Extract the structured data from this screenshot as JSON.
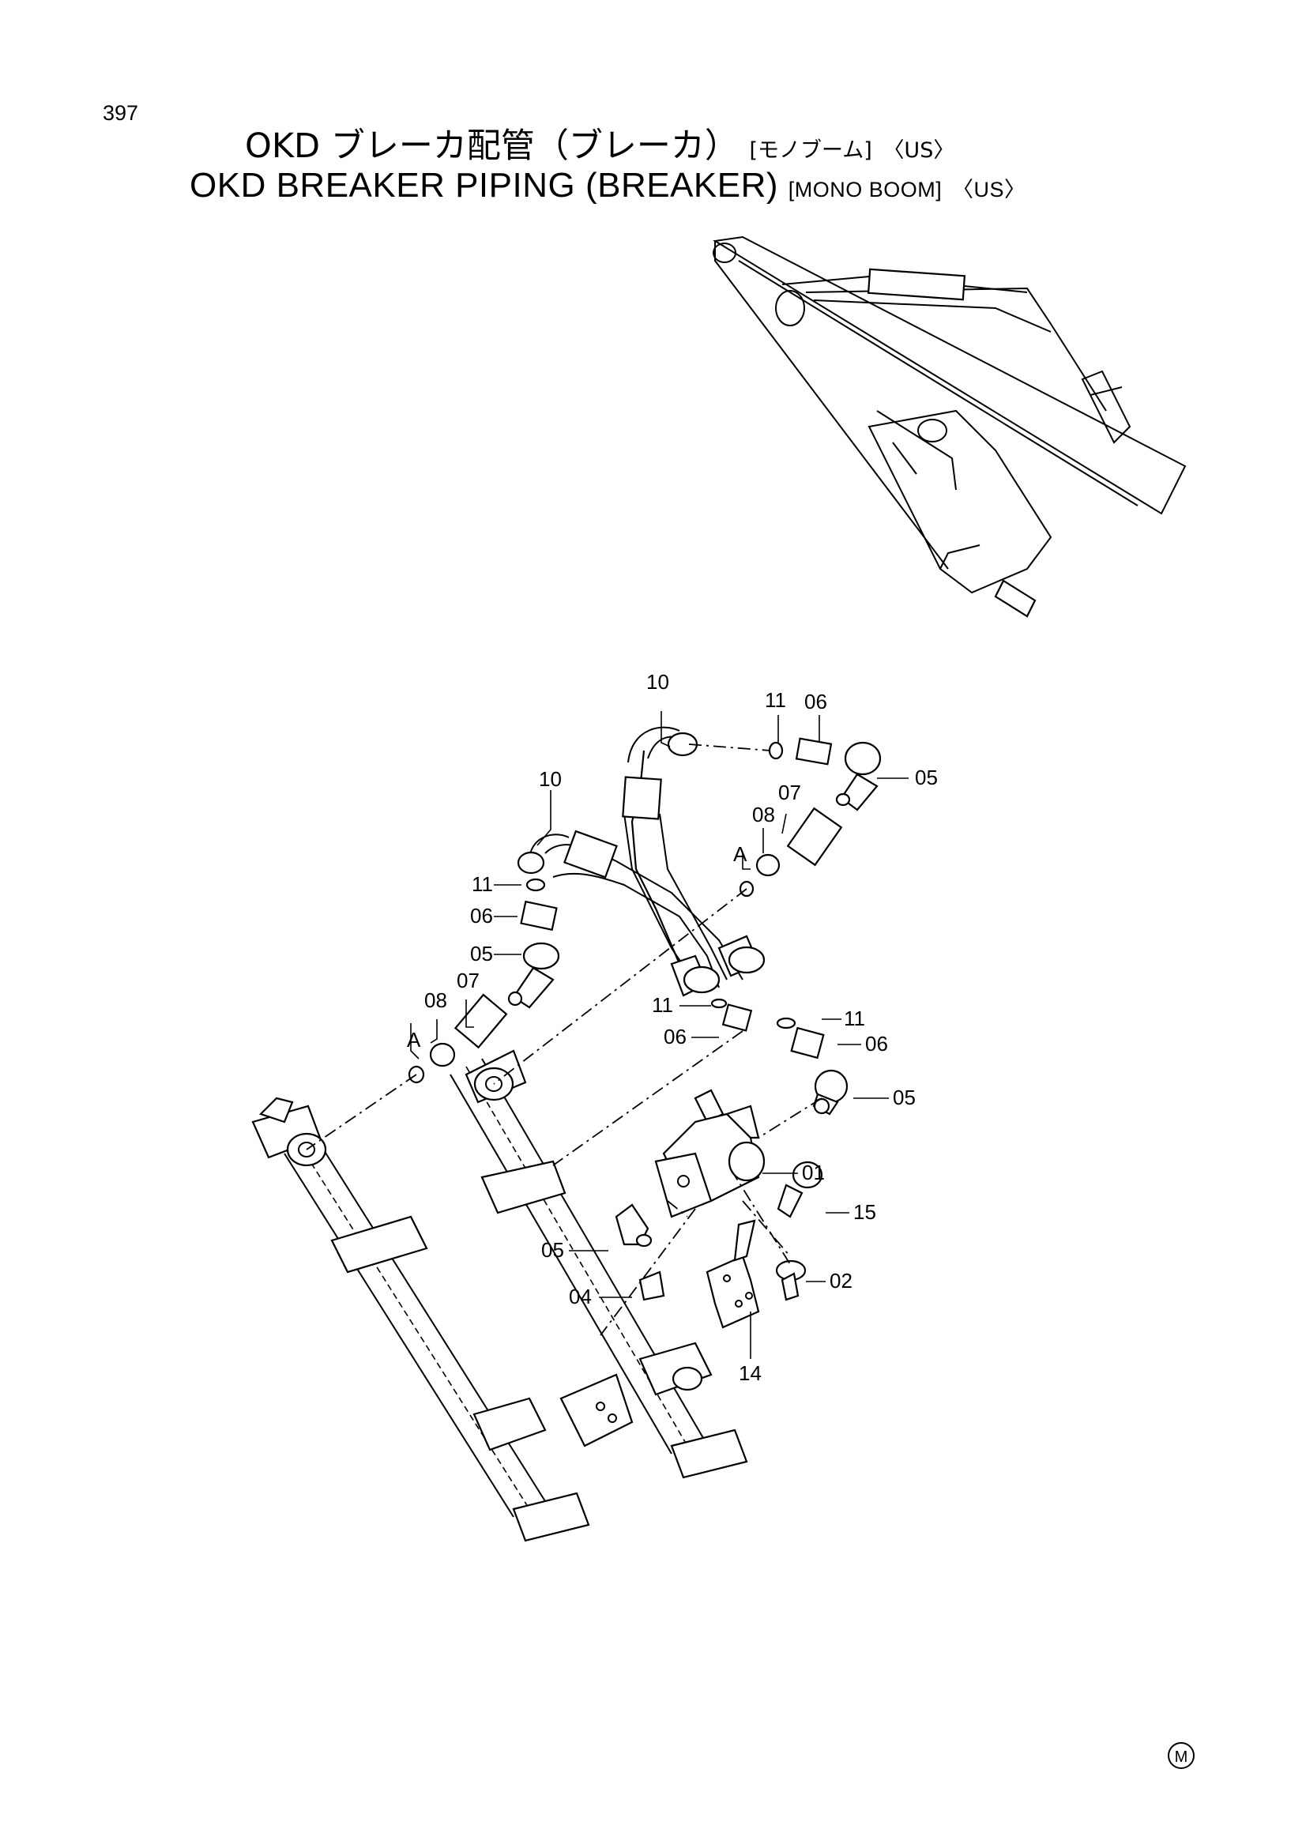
{
  "page_number": "397",
  "title_jp": {
    "main": "OKD ブレーカ配管（ブレーカ）",
    "variant": "[モノブーム]",
    "region": "〈US〉"
  },
  "title_en": {
    "main": "OKD BREAKER PIPING (BREAKER)",
    "variant": "[MONO BOOM]",
    "region": "〈US〉"
  },
  "callouts": {
    "c10a": "10",
    "c11a": "11",
    "c06a": "06",
    "c05a": "05",
    "c07a": "07",
    "c08a": "08",
    "cAa": "A",
    "c10b": "10",
    "c11b": "11",
    "c06b": "06",
    "c05b": "05",
    "c07b": "07",
    "c08b": "08",
    "cAb": "A",
    "c11c": "11",
    "c06c": "06",
    "c11d": "11",
    "c06d": "06",
    "c05c": "05",
    "c01": "01",
    "c15": "15",
    "c02": "02",
    "c14": "14",
    "c05d": "05",
    "c04": "04"
  },
  "stamp": "M"
}
